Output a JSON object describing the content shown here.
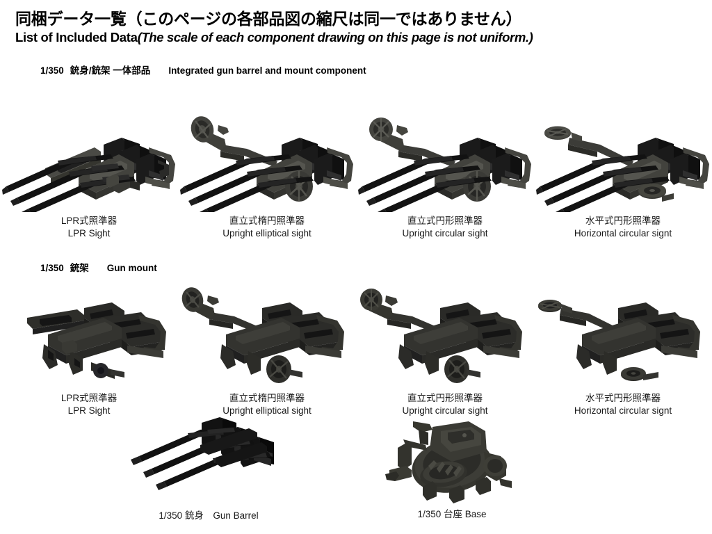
{
  "header": {
    "title_jp": "同梱データ一覧（このページの各部品図の縮尺は同一ではありません）",
    "title_en_main": "List of Included Data",
    "title_en_note": "(The scale of each component drawing on this page is not uniform.)"
  },
  "sections": [
    {
      "id": "integrated",
      "scale": "1/350",
      "heading_jp": "銃身/銃架 一体部品",
      "heading_en": "Integrated gun barrel and mount component",
      "parts": [
        {
          "jp": "LPR式照準器",
          "en": "LPR  Sight",
          "sight": "none"
        },
        {
          "jp": "直立式楕円照準器",
          "en": "Upright elliptical sight",
          "sight": "upright-elliptical"
        },
        {
          "jp": "直立式円形照準器",
          "en": "Upright circular sight",
          "sight": "upright-circular"
        },
        {
          "jp": "水平式円形照準器",
          "en": "Horizontal circular signt",
          "sight": "horizontal-circular"
        }
      ]
    },
    {
      "id": "mount",
      "scale": "1/350",
      "heading_jp": "銃架",
      "heading_en": "Gun mount",
      "parts": [
        {
          "jp": "LPR式照準器",
          "en": "LPR  Sight",
          "sight": "none"
        },
        {
          "jp": "直立式楕円照準器",
          "en": "Upright elliptical sight",
          "sight": "upright-elliptical"
        },
        {
          "jp": "直立式円形照準器",
          "en": "Upright circular sight",
          "sight": "upright-circular"
        },
        {
          "jp": "水平式円形照準器",
          "en": "Horizontal circular signt",
          "sight": "horizontal-circular"
        }
      ]
    }
  ],
  "single_parts": [
    {
      "id": "gun-barrel",
      "caption": "1/350  銃身　Gun Barrel"
    },
    {
      "id": "base",
      "caption": "1/350 台座  Base"
    }
  ],
  "colors": {
    "background": "#ffffff",
    "text": "#111111",
    "part_black": "#171717",
    "part_dark": "#262626",
    "part_mid": "#3d3d3b",
    "part_light": "#4f4f4c",
    "part_highlight": "#6a6a66"
  }
}
